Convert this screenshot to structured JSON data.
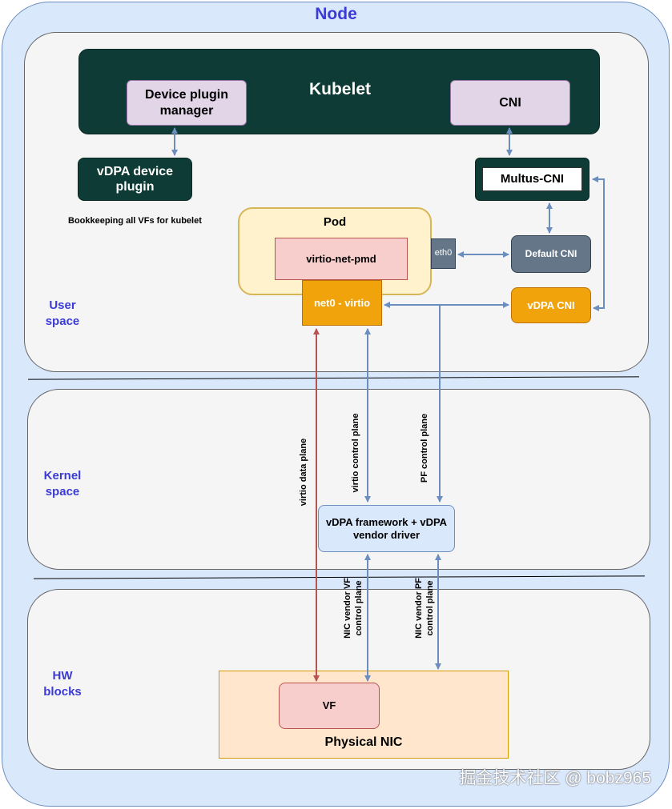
{
  "node": {
    "title": "Node"
  },
  "user_space": {
    "label": "User\nspace",
    "kubelet": {
      "title": "Kubelet",
      "device_plugin_manager": "Device plugin\nmanager",
      "cni": "CNI"
    },
    "vdpa_device_plugin": "vDPA device\nplugin",
    "bookkeeping_note": "Bookkeeping all VFs for kubelet",
    "multus_cni": "Multus-CNI",
    "pod": {
      "title": "Pod",
      "virtio_net_pmd": "virtio-net-pmd",
      "eth0": "eth0",
      "net0": "net0 - virtio"
    },
    "default_cni": "Default CNI",
    "vdpa_cni": "vDPA CNI"
  },
  "kernel_space": {
    "label": "Kernel\nspace",
    "vdpa_framework": "vDPA framework + vDPA\nvendor driver"
  },
  "hw_blocks": {
    "label": "HW\nblocks",
    "physical_nic": "Physical NIC",
    "vf": "VF"
  },
  "edge_labels": {
    "virtio_data_plane": "virtio data plane",
    "virtio_control_plane": "virtio control plane",
    "pf_control_plane": "PF control plane",
    "nic_vendor_vf_control_plane": "NIC vendor VF\ncontrol plane",
    "nic_vendor_pf_control_plane": "NIC vendor PF\ncontrol plane"
  },
  "colors": {
    "blue_edge": "#6c8ebf",
    "red_edge": "#b85450",
    "kubelet_fill": "#0e3b35",
    "orange_fill": "#f0a30a",
    "label_blue": "#3b3bd6"
  },
  "watermark": "掘金技术社区 @ bobz965"
}
